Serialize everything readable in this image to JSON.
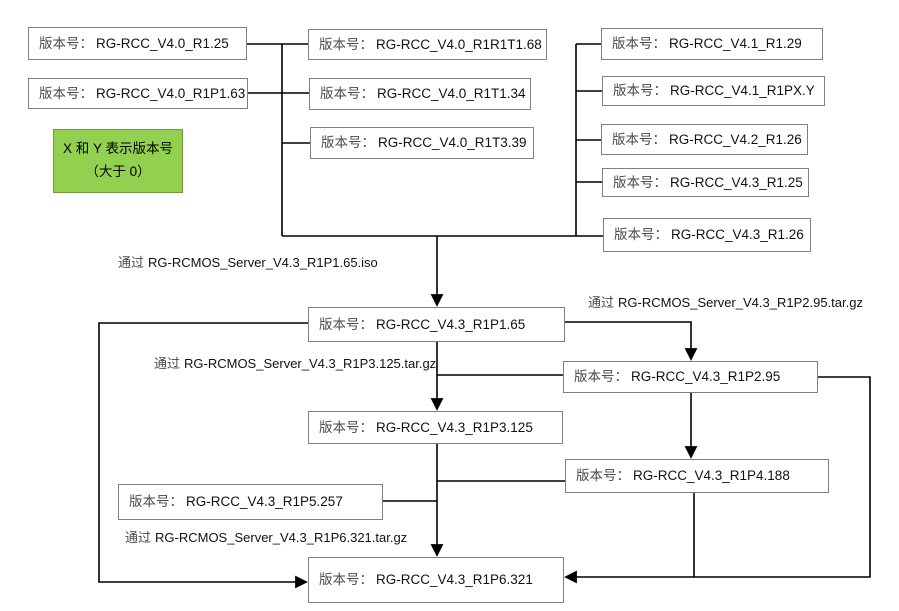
{
  "note": {
    "line1": "X 和 Y 表示版本号",
    "line2": "（大于 0）"
  },
  "nodes": {
    "v40_r125": {
      "prefix": "版本号：",
      "name": "RG-RCC_V4.0_R1.25"
    },
    "v40_r1p163": {
      "prefix": "版本号：",
      "name": "RG-RCC_V4.0_R1P1.63"
    },
    "v40_r1r1t168": {
      "prefix": "版本号：",
      "name": "RG-RCC_V4.0_R1R1T1.68"
    },
    "v40_r1t134": {
      "prefix": "版本号：",
      "name": "RG-RCC_V4.0_R1T1.34"
    },
    "v40_r1t339": {
      "prefix": "版本号：",
      "name": "RG-RCC_V4.0_R1T3.39"
    },
    "v41_r129": {
      "prefix": "版本号：",
      "name": "RG-RCC_V4.1_R1.29"
    },
    "v41_r1pxy": {
      "prefix": "版本号：",
      "name": "RG-RCC_V4.1_R1PX.Y"
    },
    "v42_r126": {
      "prefix": "版本号：",
      "name": "RG-RCC_V4.2_R1.26"
    },
    "v43_r125": {
      "prefix": "版本号：",
      "name": "RG-RCC_V4.3_R1.25"
    },
    "v43_r126": {
      "prefix": "版本号：",
      "name": "RG-RCC_V4.3_R1.26"
    },
    "v43_r1p165": {
      "prefix": "版本号：",
      "name": "RG-RCC_V4.3_R1P1.65"
    },
    "v43_r1p295": {
      "prefix": "版本号：",
      "name": "RG-RCC_V4.3_R1P2.95"
    },
    "v43_r1p3125": {
      "prefix": "版本号：",
      "name": "RG-RCC_V4.3_R1P3.125"
    },
    "v43_r1p4188": {
      "prefix": "版本号：",
      "name": "RG-RCC_V4.3_R1P4.188"
    },
    "v43_r1p5257": {
      "prefix": "版本号：",
      "name": "RG-RCC_V4.3_R1P5.257"
    },
    "v43_r1p6321": {
      "prefix": "版本号：",
      "name": "RG-RCC_V4.3_R1P6.321"
    }
  },
  "edge_labels": {
    "via_iso_165": {
      "prefix": "通过",
      "file": "RG-RCMOS_Server_V4.3_R1P1.65.iso"
    },
    "via_tar_295": {
      "prefix": "通过",
      "file": "RG-RCMOS_Server_V4.3_R1P2.95.tar.gz"
    },
    "via_tar_3125": {
      "prefix": "通过",
      "file": "RG-RCMOS_Server_V4.3_R1P3.125.tar.gz"
    },
    "via_tar_6321": {
      "prefix": "通过",
      "file": "RG-RCMOS_Server_V4.3_R1P6.321.tar.gz"
    }
  },
  "connections": [
    {
      "from": "all-top-versions",
      "to": "v43_r1p165",
      "via": "RG-RCMOS_Server_V4.3_R1P1.65.iso"
    },
    {
      "from": "v43_r1p165",
      "to": "v43_r1p295",
      "via": "RG-RCMOS_Server_V4.3_R1P2.95.tar.gz"
    },
    {
      "from": "v43_r1p165",
      "to": "v43_r1p3125",
      "via": "RG-RCMOS_Server_V4.3_R1P3.125.tar.gz"
    },
    {
      "from": "v43_r1p295",
      "to": "v43_r1p3125"
    },
    {
      "from": "v43_r1p295",
      "to": "v43_r1p4188"
    },
    {
      "from": "v43_r1p3125",
      "to": "v43_r1p6321",
      "via": "RG-RCMOS_Server_V4.3_R1P6.321.tar.gz"
    },
    {
      "from": "v43_r1p165",
      "to": "v43_r1p6321"
    },
    {
      "from": "v43_r1p295",
      "to": "v43_r1p6321"
    },
    {
      "from": "v43_r1p4188",
      "to": "v43_r1p6321"
    },
    {
      "from": "v43_r1p5257",
      "to": "v43_r1p6321"
    }
  ],
  "colors": {
    "note_bg": "#92d050",
    "note_border": "#6f9b3c",
    "box_border": "#7f7f7f",
    "connector": "#000000",
    "prefix_text": "#4a4a4a",
    "name_text": "#111111"
  }
}
